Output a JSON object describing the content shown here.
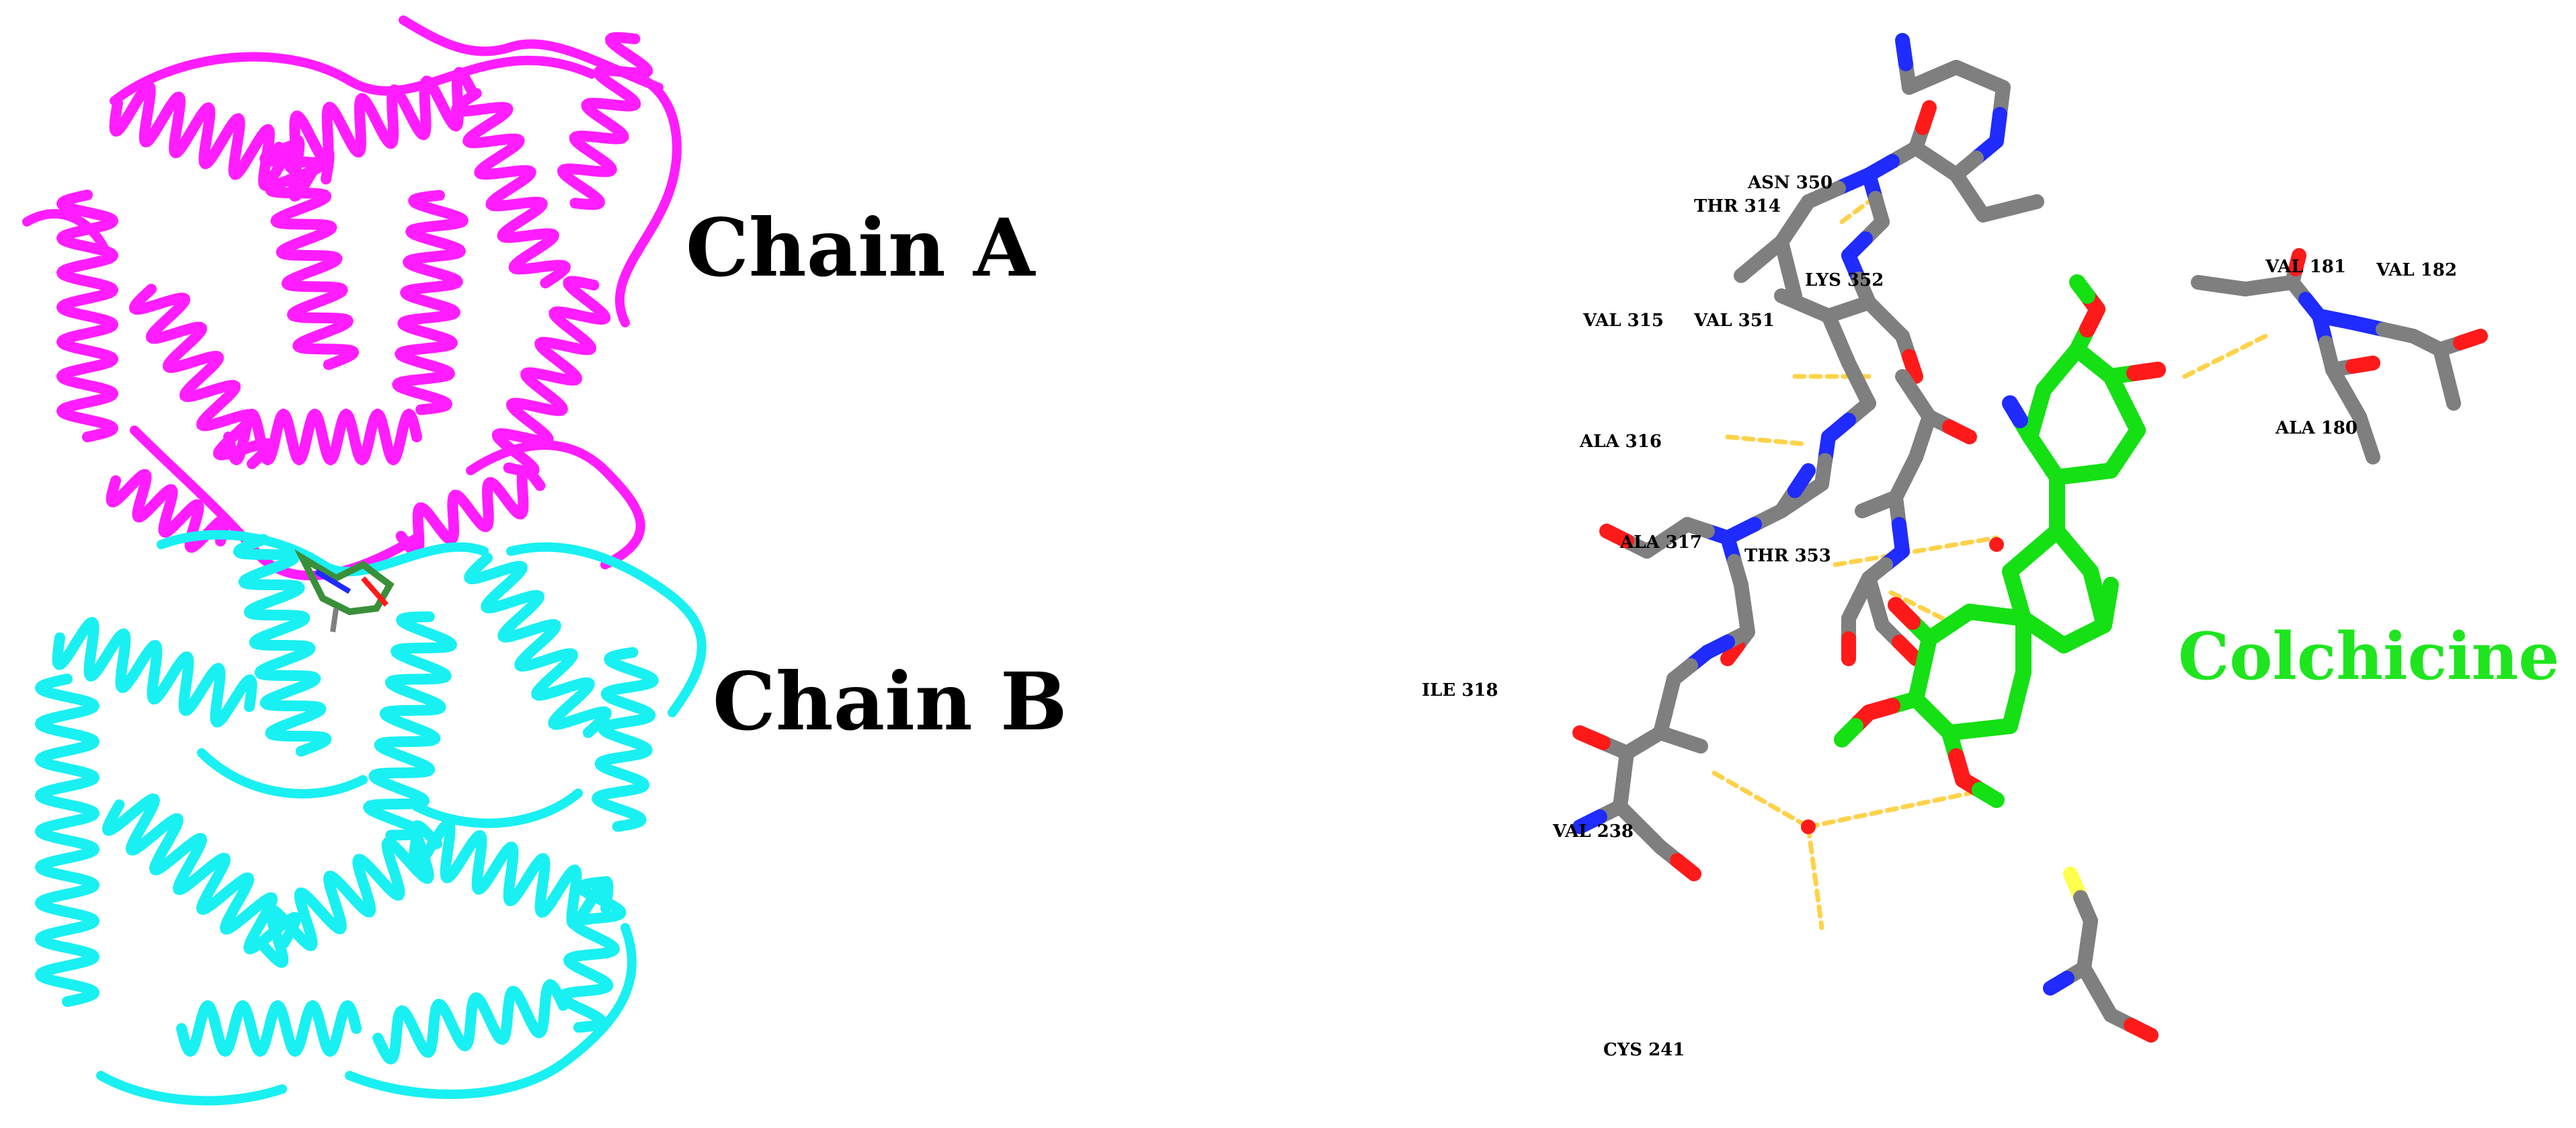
{
  "colors": {
    "chain_a": "#ff1dff",
    "chain_b": "#19f0f2",
    "carbon": "#7f7f7f",
    "nitrogen": "#1f2bff",
    "oxygen": "#ff1a1a",
    "sulfur": "#ffff4d",
    "ligand": "#14e014",
    "hbond": "#ffd24a",
    "label": "#000000",
    "ligand_label": "#1ee51e"
  },
  "protein_panel": {
    "chain_a_label": "Chain A",
    "chain_b_label": "Chain B"
  },
  "binding_panel": {
    "ligand_label": "Colchicine",
    "residues": {
      "asn350": "ASN  350",
      "thr314": "THR  314",
      "lys352": "LYS  352",
      "val181": "VAL 181",
      "val182": "VAL  182",
      "val315": "VAL  315",
      "val351": "VAL  351",
      "ala316": "ALA  316",
      "ala180": "ALA  180",
      "ala317": "ALA  317",
      "thr353": "THR  353",
      "ile318": "ILE  318",
      "val238": "VAL  238",
      "cys241": "CYS  241"
    }
  }
}
